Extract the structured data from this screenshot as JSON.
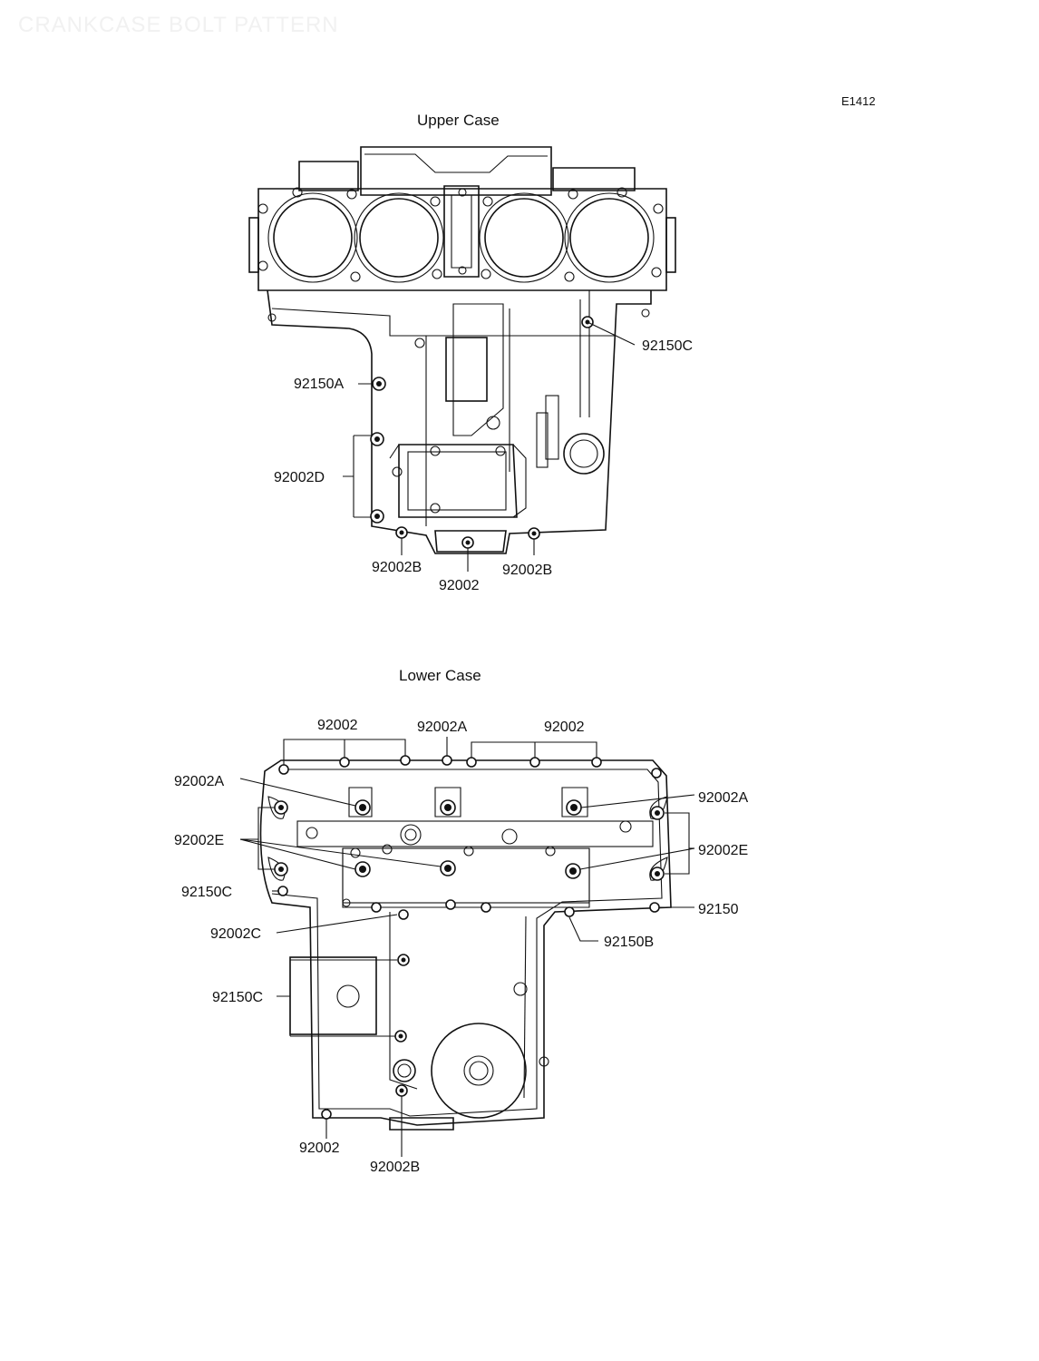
{
  "header": {
    "title": "CRANKCASE BOLT PATTERN"
  },
  "diagram_id": "E1412",
  "upper_case": {
    "title": "Upper Case",
    "labels": {
      "c92150C": "92150C",
      "c92150A": "92150A",
      "c92002D": "92002D",
      "c92002B_left": "92002B",
      "c92002": "92002",
      "c92002B_right": "92002B"
    }
  },
  "lower_case": {
    "title": "Lower Case",
    "labels": {
      "top_92002_left": "92002",
      "top_92002A": "92002A",
      "top_92002_right": "92002",
      "left_92002A": "92002A",
      "right_92002A": "92002A",
      "left_92002E": "92002E",
      "right_92002E": "92002E",
      "left_92150C": "92150C",
      "right_92150": "92150",
      "left_92002C": "92002C",
      "right_92150B": "92150B",
      "mid_92150C": "92150C",
      "bottom_92002": "92002",
      "bottom_92002B": "92002B"
    }
  },
  "colors": {
    "ink": "#111111",
    "background": "#ffffff",
    "header_watermark": "#f1f1f1"
  }
}
